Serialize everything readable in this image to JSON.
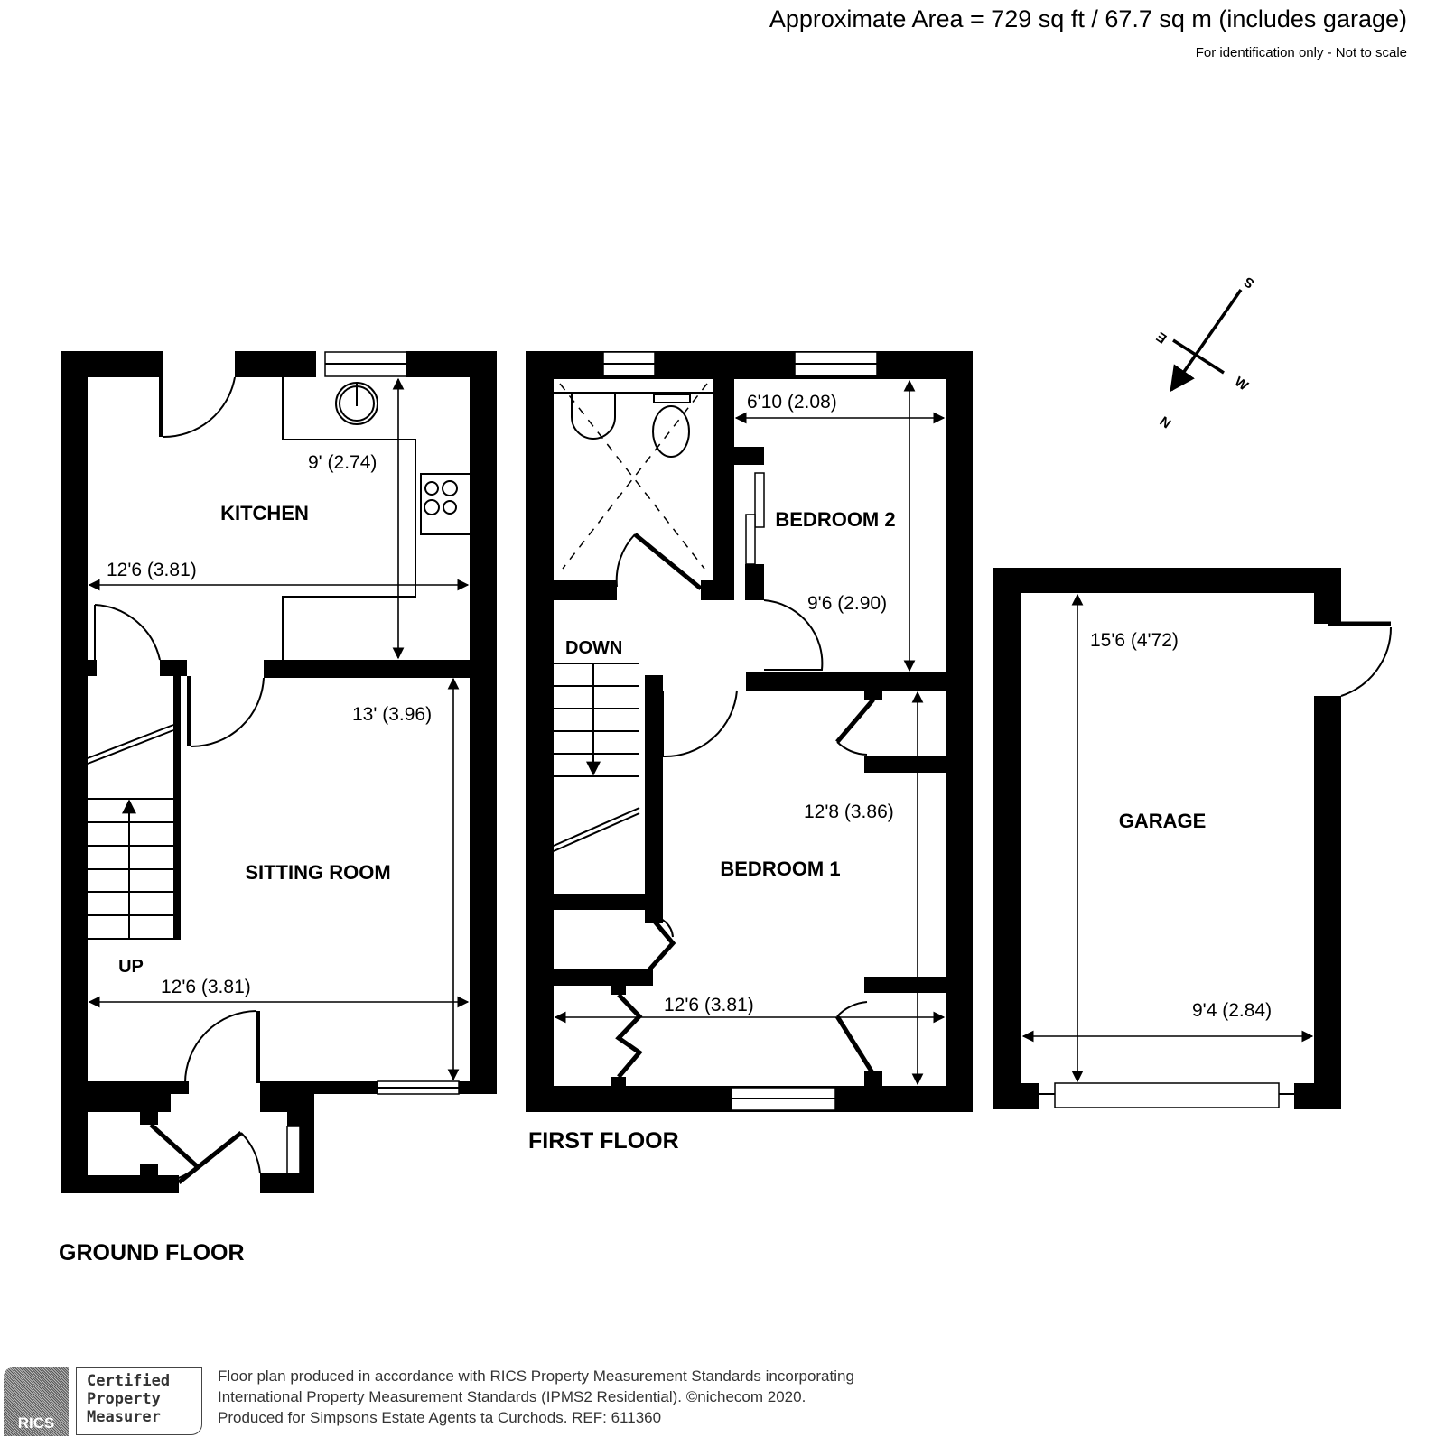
{
  "header": {
    "area": "Approximate Area = 729 sq ft / 67.7 sq m (includes garage)",
    "disclaimer": "For identification only - Not to scale"
  },
  "compass": {
    "north": "N",
    "south": "S",
    "east": "E",
    "west": "W",
    "icon": "compass-arrow-icon"
  },
  "ground_floor": {
    "label": "GROUND FLOOR",
    "rooms": {
      "kitchen": {
        "name": "KITCHEN",
        "width": "12'6 (3.81)",
        "depth": "9' (2.74)"
      },
      "sitting_room": {
        "name": "SITTING ROOM",
        "width": "12'6 (3.81)",
        "depth": "13' (3.96)"
      }
    },
    "stairs_label": "UP"
  },
  "first_floor": {
    "label": "FIRST FLOOR",
    "rooms": {
      "bedroom2": {
        "name": "BEDROOM 2",
        "width": "6'10 (2.08)",
        "depth": "9'6 (2.90)"
      },
      "bedroom1": {
        "name": "BEDROOM 1",
        "width": "12'6 (3.81)",
        "depth": "12'8 (3.86)"
      }
    },
    "stairs_label": "DOWN"
  },
  "garage": {
    "name": "GARAGE",
    "width": "9'4 (2.84)",
    "depth": "15'6 (4'72)"
  },
  "footer": {
    "logo_text": "RICS",
    "cert_lines": [
      "Certified",
      "Property",
      "Measurer"
    ],
    "lines": [
      "Floor plan produced in accordance with RICS Property Measurement Standards incorporating",
      "International Property Measurement Standards (IPMS2 Residential).   ©nichecom 2020.",
      "Produced for Simpsons Estate Agents ta Curchods.   REF: 611360"
    ]
  }
}
